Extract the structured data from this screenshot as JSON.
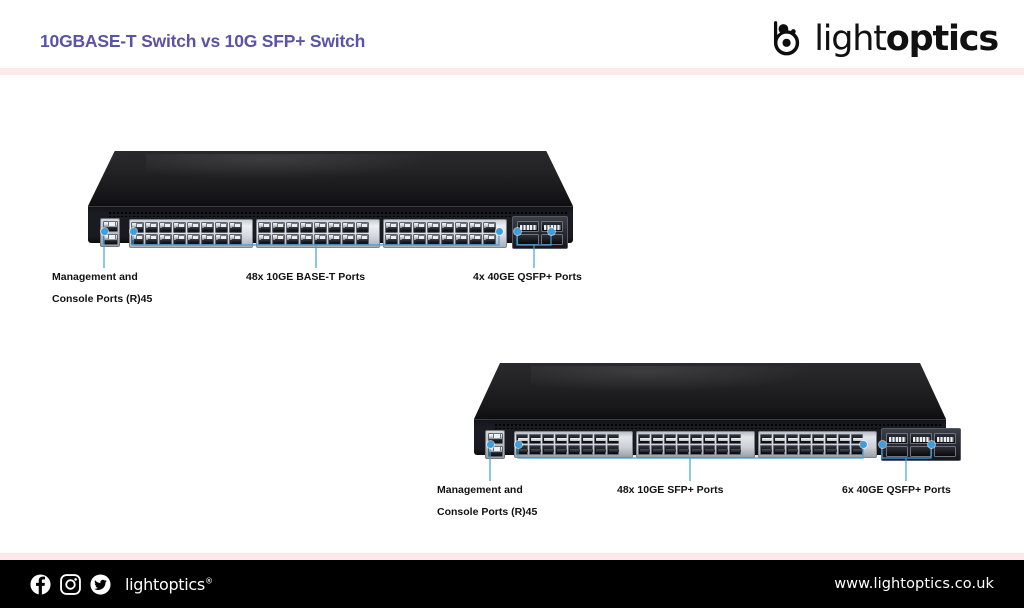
{
  "header": {
    "title": "10GBASE-T Switch vs 10G SFP+ Switch",
    "accent_purple": "#5b53a6",
    "rule_color": "#fce8e8",
    "logo": {
      "name": "lightoptics-logo",
      "word_light": "light",
      "word_optics": "optics",
      "mark_icon": "lightoptics-circle-mark-icon"
    }
  },
  "devices": [
    {
      "id": "switch-10gbase-t",
      "name": "10GBASE-T Switch",
      "port_rows": 2,
      "rj45_groups": [
        8,
        8,
        8
      ],
      "qsfp_columns": 2,
      "qsfp_rows": 2,
      "mgmt_ports": 2,
      "callouts": [
        {
          "name": "management-console-callout",
          "lines": [
            "Management and",
            "Console Ports (R)45"
          ]
        },
        {
          "name": "base-t-ports-callout",
          "lines": [
            "48x 10GE BASE-T Ports"
          ]
        },
        {
          "name": "qsfp-ports-callout",
          "lines": [
            "4x 40GE QSFP+ Ports"
          ]
        }
      ]
    },
    {
      "id": "switch-10g-sfp-plus",
      "name": "10G SFP+ Switch",
      "port_rows": 2,
      "sfp_groups": [
        8,
        8,
        8
      ],
      "qsfp_columns": 3,
      "qsfp_rows": 2,
      "mgmt_ports": 2,
      "callouts": [
        {
          "name": "management-console-callout",
          "lines": [
            "Management and",
            "Console Ports (R)45"
          ]
        },
        {
          "name": "sfp-ports-callout",
          "lines": [
            "48x 10GE SFP+ Ports"
          ]
        },
        {
          "name": "qsfp-ports-callout",
          "lines": [
            "6x 40GE QSFP+ Ports"
          ]
        }
      ]
    }
  ],
  "callout_color": "#3d9fe0",
  "labels": {
    "s1_mgmt_l1": "Management and",
    "s1_mgmt_l2": "Console Ports (R)45",
    "s1_mid": "48x 10GE BASE-T Ports",
    "s1_right": "4x 40GE QSFP+ Ports",
    "s2_mgmt_l1": "Management and",
    "s2_mgmt_l2": "Console Ports (R)45",
    "s2_mid": "48x 10GE SFP+ Ports",
    "s2_right": "6x 40GE QSFP+ Ports"
  },
  "footer": {
    "background": "#000000",
    "brand": "lightoptics",
    "brand_mark": "®",
    "url": "www.lightoptics.co.uk",
    "social": [
      {
        "name": "facebook-icon",
        "label": "Facebook"
      },
      {
        "name": "instagram-icon",
        "label": "Instagram"
      },
      {
        "name": "twitter-icon",
        "label": "Twitter"
      }
    ]
  }
}
